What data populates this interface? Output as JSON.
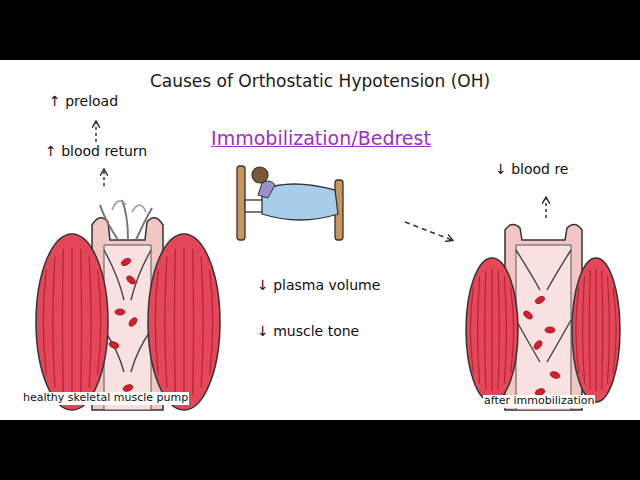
{
  "diagram": {
    "title": "Causes of Orthostatic Hypotension (OH)",
    "labels": [
      "Immobilization/Bedrest",
      "↑ preload",
      "↑ blood return",
      "↓ plasma volume",
      "↓ muscle tone",
      "↓ blood re",
      "healthy skeletal muscle pump",
      "after immobilization"
    ]
  }
}
